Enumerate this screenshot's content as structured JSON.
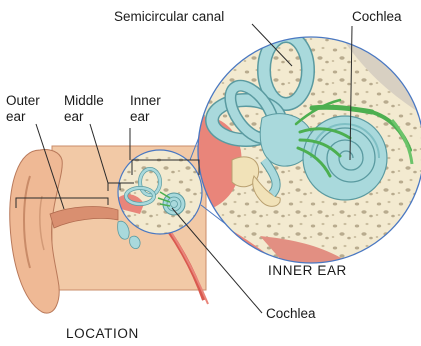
{
  "labels": {
    "semicircular_canal": "Semicircular canal",
    "cochlea_top": "Cochlea",
    "outer_ear_1": "Outer",
    "outer_ear_2": "ear",
    "middle_ear_1": "Middle",
    "middle_ear_2": "ear",
    "inner_ear_1": "Inner",
    "inner_ear_2": "ear",
    "inner_ear_caption": "INNER EAR",
    "cochlea_bottom": "Cochlea",
    "location_caption": "LOCATION"
  },
  "colors": {
    "skin": "#f2c9a6",
    "skin_dark": "#e3a77f",
    "bone": "#f3ead0",
    "bone_dots": "#b8ab8e",
    "labyrinth": "#a9d9dc",
    "labyrinth_stroke": "#5a9aa0",
    "nerve": "#6cc46a",
    "flesh": "#e9857a",
    "magnifier_ring": "#4a78c2"
  }
}
